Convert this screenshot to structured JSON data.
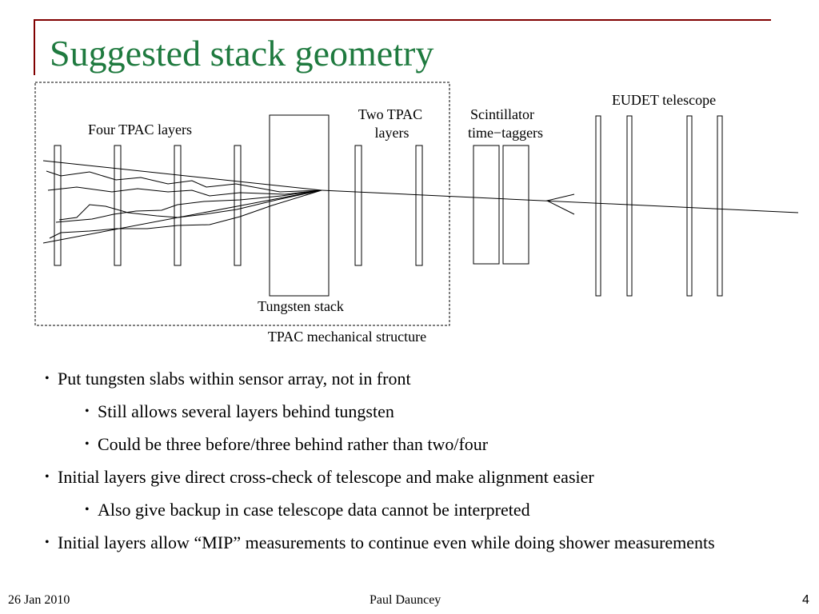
{
  "slide": {
    "title": "Suggested stack geometry",
    "accent_color": "#800000",
    "title_color": "#1f7a3f"
  },
  "diagram": {
    "labels": {
      "four_tpac": "Four TPAC layers",
      "two_tpac_line1": "Two TPAC",
      "two_tpac_line2": "layers",
      "scint_line1": "Scintillator",
      "scint_line2": "time−taggers",
      "eudet": "EUDET telescope",
      "tungsten": "Tungsten stack",
      "mech": "TPAC mechanical structure"
    }
  },
  "bullets": [
    {
      "level": 1,
      "text": "Put tungsten slabs within sensor array, not in front"
    },
    {
      "level": 2,
      "text": "Still allows several layers behind tungsten"
    },
    {
      "level": 2,
      "text": "Could be three before/three behind rather than two/four"
    },
    {
      "level": 1,
      "text": "Initial layers give direct cross-check of telescope and make alignment easier"
    },
    {
      "level": 2,
      "text": "Also give backup in case telescope data cannot be interpreted"
    },
    {
      "level": 1,
      "text": "Initial layers allow “MIP” measurements to continue even while doing shower measurements"
    }
  ],
  "footer": {
    "date": "26 Jan 2010",
    "author": "Paul Dauncey",
    "page": "4"
  }
}
